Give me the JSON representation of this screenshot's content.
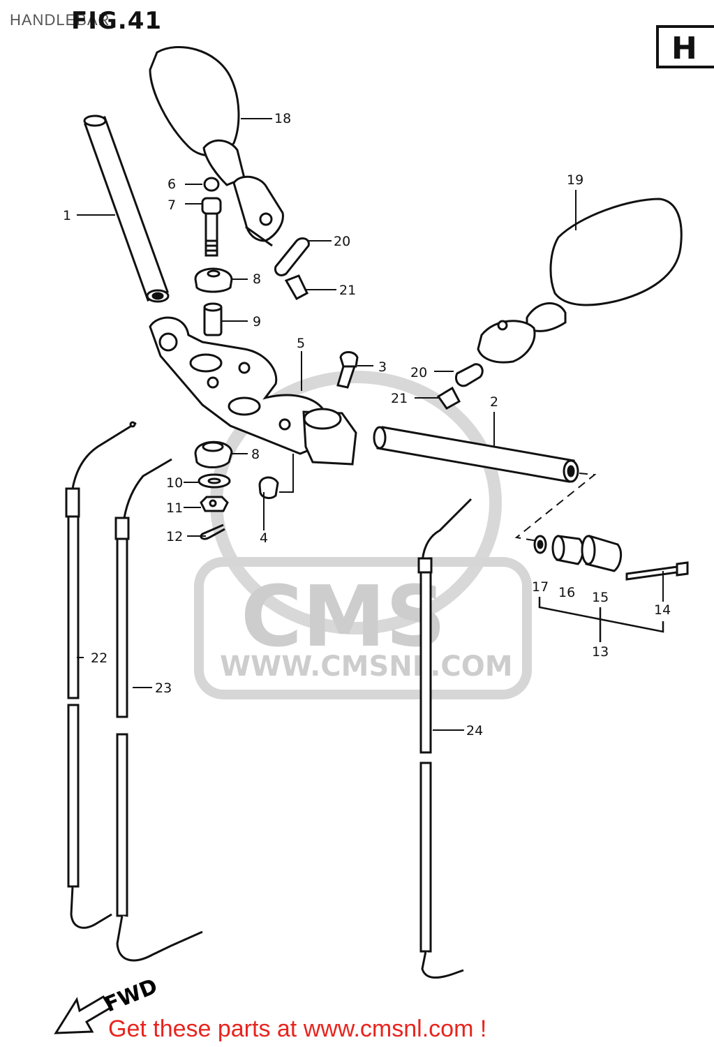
{
  "header": {
    "title": "HANDLEBAR",
    "figure": "FIG.41",
    "model_code": "H -"
  },
  "watermark": {
    "brand": "CMS",
    "url": "WWW.CMSNL.COM"
  },
  "direction_label": "FWD",
  "footer": {
    "text": "Get these parts at www.cmsnl.com !"
  },
  "callouts": [
    "1",
    "2",
    "3",
    "4",
    "5",
    "6",
    "7",
    "8",
    "8",
    "9",
    "10",
    "11",
    "12",
    "13",
    "14",
    "15",
    "16",
    "17",
    "18",
    "19",
    "20",
    "20",
    "21",
    "21",
    "22",
    "23",
    "24"
  ],
  "colors": {
    "footer": "#e8241e",
    "ink": "#111111",
    "watermark": "#c8c8c8"
  }
}
